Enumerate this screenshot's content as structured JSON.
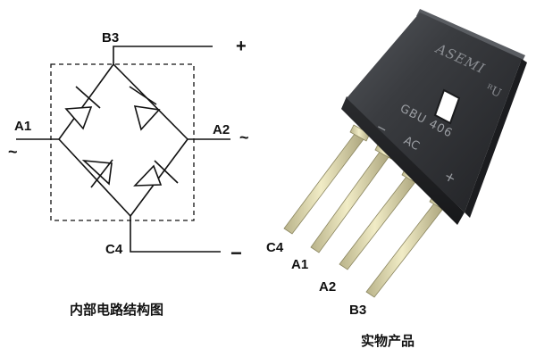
{
  "schematic": {
    "title": "内部电路结构图",
    "terminals": {
      "b3": "B3",
      "a1": "A1",
      "a2": "A2",
      "c4": "C4"
    },
    "symbols": {
      "plus": "+",
      "minus": "−",
      "ac_left": "~",
      "ac_right": "~"
    }
  },
  "product": {
    "title": "实物产品",
    "brand": "ASEMI",
    "cert_mark": "ᴿU",
    "model": "GBU 406",
    "body_marks": {
      "minus": "−",
      "ac": "AC",
      "plus": "+"
    },
    "pin_labels": [
      "C4",
      "A1",
      "A2",
      "B3"
    ]
  },
  "colors": {
    "line": "#111111",
    "body": "#2b2d30",
    "pin": "#d8d2a6"
  }
}
